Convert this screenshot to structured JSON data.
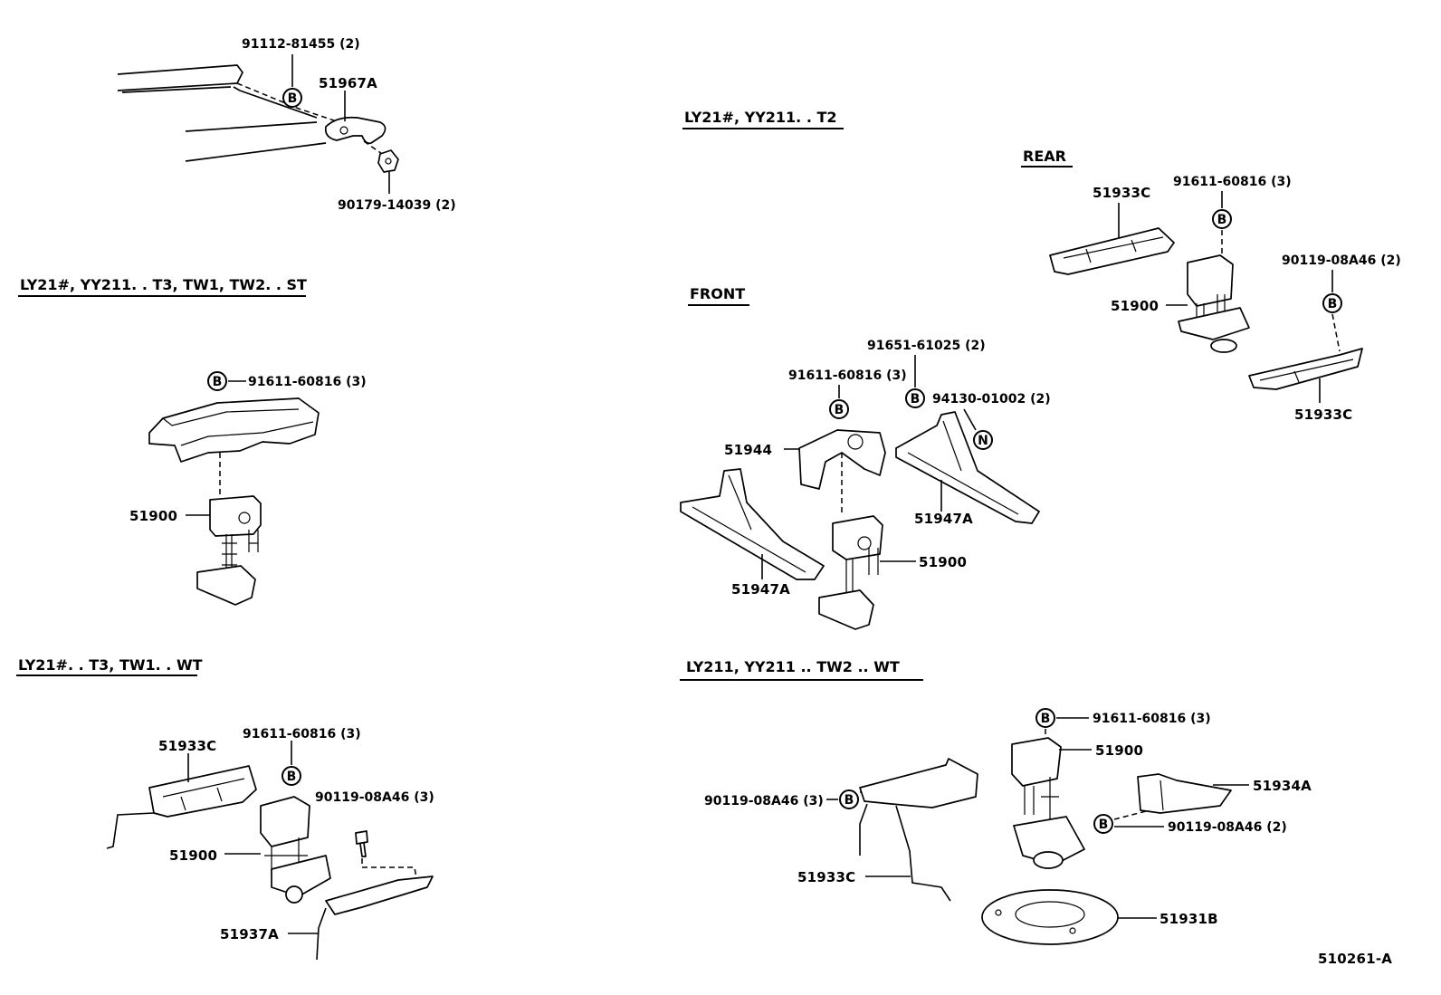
{
  "sections": {
    "top_left_header": "",
    "st_header": "LY21#, YY211. . T3, TW1, TW2. . ST",
    "wt_left_header": "LY21#. . T3, TW1. . WT",
    "t2_header": "LY21#, YY211. . T2",
    "front_label": "FRONT",
    "rear_label": "REAR",
    "wt_right_header": "LY211, YY211 .. TW2 .. WT"
  },
  "markers": {
    "b": "B",
    "n": "N"
  },
  "labels": {
    "tl_bolt": "91112-81455 (2)",
    "tl_hook": "51967A",
    "tl_nut": "90179-14039 (2)",
    "st_bolt": "91611-60816 (3)",
    "st_carrier": "51900",
    "wtl_support": "51933C",
    "wtl_bolt": "91611-60816 (3)",
    "wtl_bolt2": "90119-08A46 (3)",
    "wtl_carrier": "51900",
    "wtl_bracket": "51937A",
    "fr_bolt_a": "91651-61025 (2)",
    "fr_bolt_b": "91611-60816 (3)",
    "fr_nut": "94130-01002 (2)",
    "fr_bracket": "51944",
    "fr_rail_right": "51947A",
    "fr_rail_left": "51947A",
    "fr_carrier": "51900",
    "rr_support_top": "51933C",
    "rr_bolt": "91611-60816 (3)",
    "rr_bolt2": "90119-08A46 (2)",
    "rr_carrier": "51900",
    "rr_support_bottom": "51933C",
    "wtr_bolt": "91611-60816 (3)",
    "wtr_carrier": "51900",
    "wtr_bolt_left": "90119-08A46 (3)",
    "wtr_bracket": "51934A",
    "wtr_bolt_right": "90119-08A46 (2)",
    "wtr_support": "51933C",
    "wtr_plate": "51931B"
  },
  "figure_id": "510261-A"
}
